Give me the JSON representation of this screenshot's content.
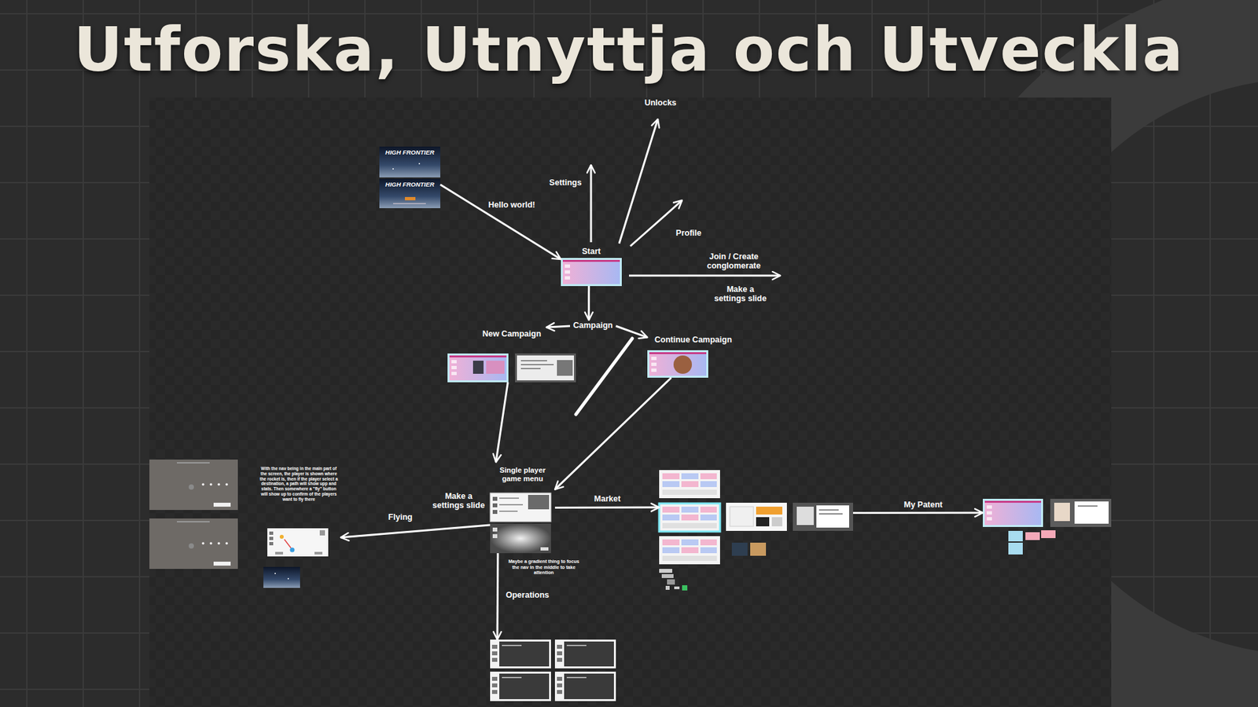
{
  "diagram": {
    "title": "Utforska, Utnyttja och Utveckla",
    "nodes": [
      {
        "text": [
          "HIGH FRONTIER"
        ]
      },
      {
        "text": [
          "HIGH FRONTIER"
        ]
      },
      {
        "text": [
          "Start"
        ]
      },
      {
        "text": [
          "Campaign"
        ]
      },
      {
        "text": [
          "New Campaign"
        ]
      },
      {
        "text": [
          "Continue Campaign"
        ]
      },
      {
        "text": [
          "Single player game menu"
        ]
      },
      {
        "text": [
          "With the nav being in the main part of the screen, the player is shown where the rocket is, then if the player select a destination, a path will show upp and stats. Then somewhere a \"fly\" button will show up to confirm of the players want to fly there"
        ]
      },
      {
        "text": []
      },
      {
        "text": []
      },
      {
        "text": []
      }
    ],
    "edges": [
      {
        "from": 1,
        "to": 2,
        "label": "Hello world!",
        "arrow": "to"
      },
      {
        "from": 2,
        "to": 3,
        "arrow": "to"
      },
      {
        "from": 3,
        "to": 4,
        "arrow": "to"
      },
      {
        "from": 3,
        "to": 5,
        "arrow": "to"
      },
      {
        "from": 4,
        "to": 6,
        "arrow": "to"
      },
      {
        "from": 5,
        "to": 6,
        "arrow": "to"
      },
      {
        "from": 6,
        "to": 7,
        "label": "Flying",
        "arrow": "to"
      },
      {
        "from": 6,
        "to": 8,
        "label": "Market",
        "arrow": "to"
      },
      {
        "from": 8,
        "to": 9,
        "label": "My Patent",
        "arrow": "to"
      },
      {
        "from": 6,
        "to": 10,
        "label": "Operations",
        "arrow": "to"
      }
    ],
    "labels": [
      "Settings",
      "Unlocks",
      "Profile",
      "Join / Create conglomerate",
      "Make a settings slide",
      "Make a settings slide",
      "Maybe a gradient thing to focus the nav in the middle to take attention"
    ]
  }
}
